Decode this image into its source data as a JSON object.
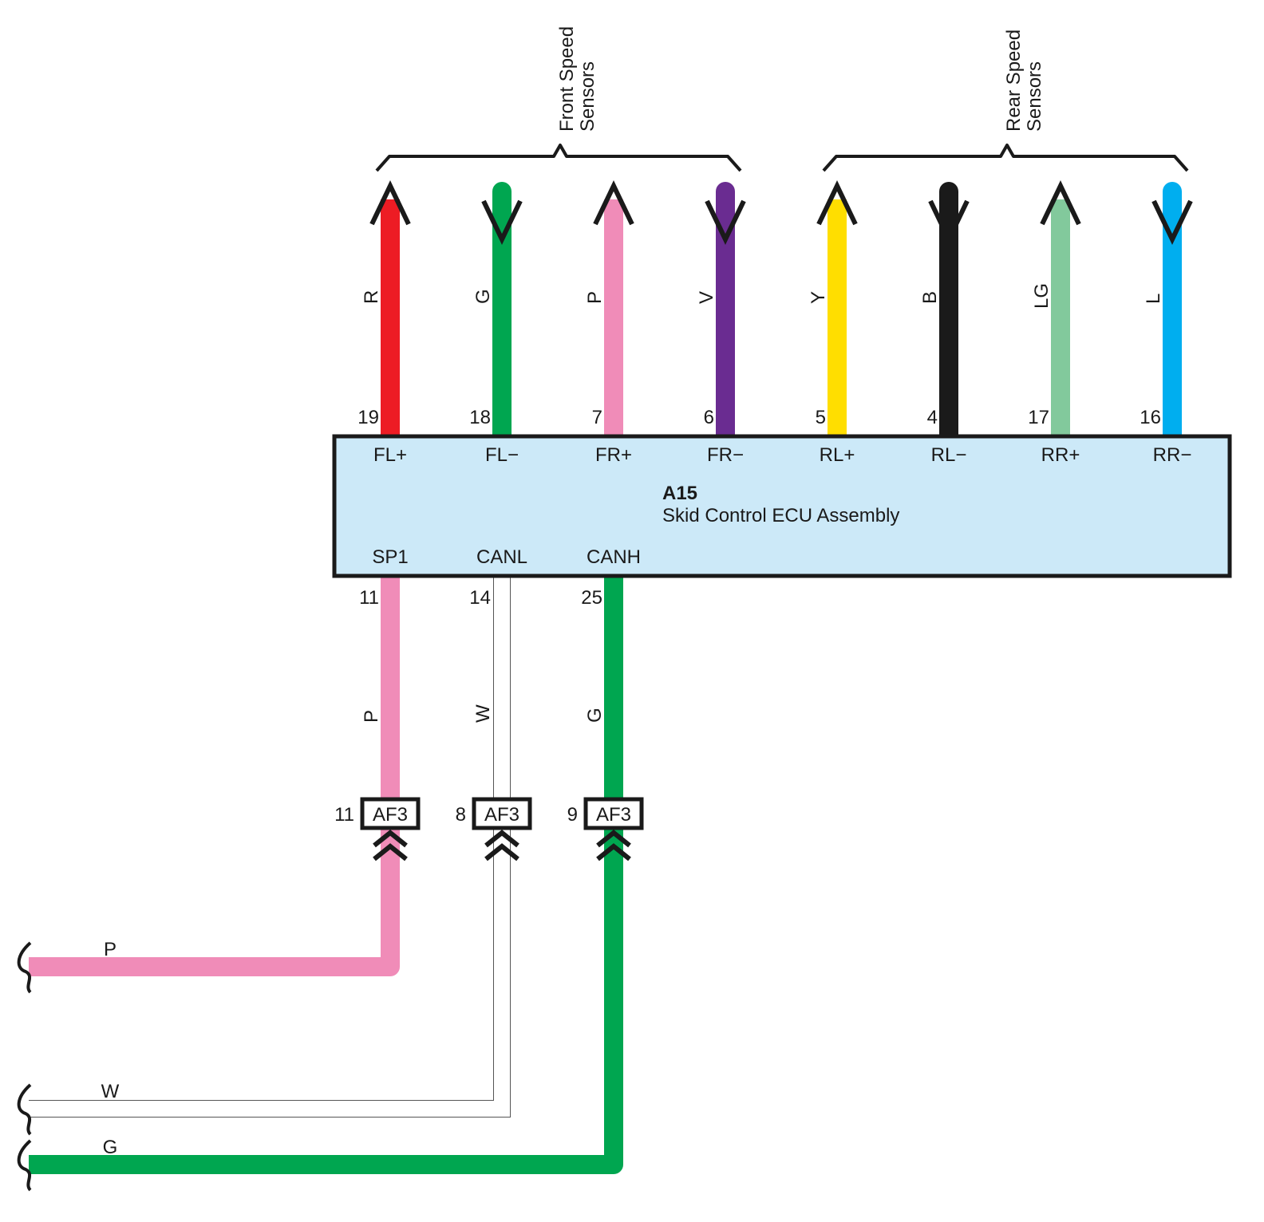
{
  "ecu": {
    "id": "A15",
    "name": "Skid Control ECU Assembly",
    "fill_color": "#cce9f8",
    "border_color": "#1a1a1a"
  },
  "groups": {
    "front": "Front Speed\nSensors",
    "rear": "Rear Speed\nSensors"
  },
  "top_wires": [
    {
      "terminal": "FL+",
      "pin": "19",
      "wire_label": "R",
      "color": "#ed1c24",
      "direction": "up"
    },
    {
      "terminal": "FL−",
      "pin": "18",
      "wire_label": "G",
      "color": "#00a650",
      "direction": "down"
    },
    {
      "terminal": "FR+",
      "pin": "7",
      "wire_label": "P",
      "color": "#f08cb8",
      "direction": "up"
    },
    {
      "terminal": "FR−",
      "pin": "6",
      "wire_label": "V",
      "color": "#6a2c91",
      "direction": "down"
    },
    {
      "terminal": "RL+",
      "pin": "5",
      "wire_label": "Y",
      "color": "#ffde00",
      "direction": "up"
    },
    {
      "terminal": "RL−",
      "pin": "4",
      "wire_label": "B",
      "color": "#1a1a1a",
      "direction": "down"
    },
    {
      "terminal": "RR+",
      "pin": "17",
      "wire_label": "LG",
      "color": "#82c99c",
      "direction": "up"
    },
    {
      "terminal": "RR−",
      "pin": "16",
      "wire_label": "L",
      "color": "#00aeef",
      "direction": "down"
    }
  ],
  "bottom_wires": [
    {
      "terminal": "SP1",
      "pin": "11",
      "wire_label": "P",
      "color": "#f08cb8",
      "connector": "AF3",
      "connector_pin": "11",
      "end_label": "P"
    },
    {
      "terminal": "CANL",
      "pin": "14",
      "wire_label": "W",
      "color": "#ffffff",
      "connector": "AF3",
      "connector_pin": "8",
      "end_label": "W"
    },
    {
      "terminal": "CANH",
      "pin": "25",
      "wire_label": "G",
      "color": "#00a650",
      "connector": "AF3",
      "connector_pin": "9",
      "end_label": "G"
    }
  ]
}
